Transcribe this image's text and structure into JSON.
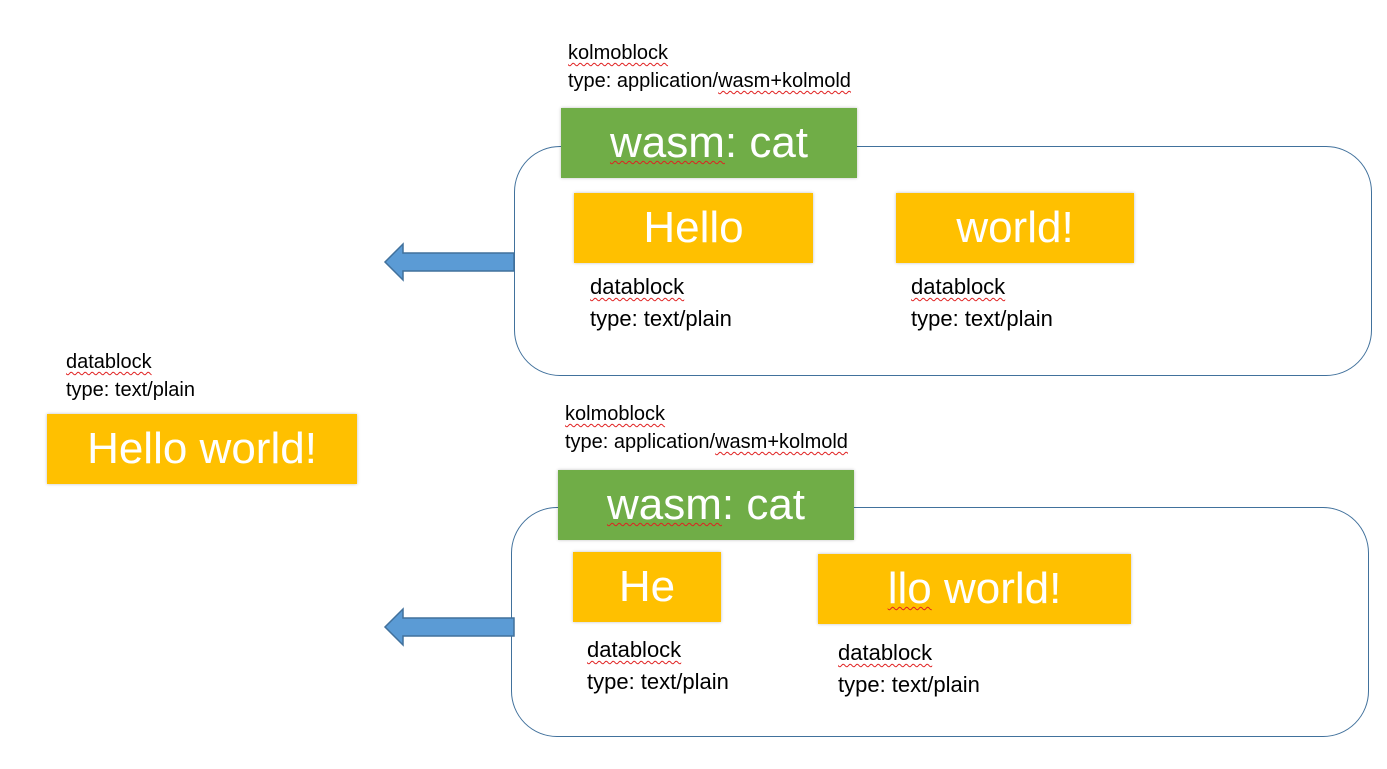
{
  "result": {
    "label_kind": "datablock",
    "label_type": "type: text/plain",
    "value": "Hello world!"
  },
  "panels": [
    {
      "kind": "kolmoblock",
      "type_prefix": "type: application/",
      "type_word": "wasm+kolmold",
      "func_prefix": "wasm",
      "func_suffix": ": cat",
      "blocks": [
        {
          "value": "Hello",
          "label_kind": "datablock",
          "label_type": "type: text/plain"
        },
        {
          "value": "world!",
          "label_kind": "datablock",
          "label_type": "type: text/plain"
        }
      ]
    },
    {
      "kind": "kolmoblock",
      "type_prefix": "type: application/",
      "type_word": "wasm+kolmold",
      "func_prefix": "wasm",
      "func_suffix": ": cat",
      "blocks": [
        {
          "value": "He",
          "label_kind": "datablock",
          "label_type": "type: text/plain"
        },
        {
          "value_word": "llo",
          "value_rest": " world!",
          "label_kind": "datablock",
          "label_type": "type: text/plain"
        }
      ]
    }
  ],
  "colors": {
    "datablock_fill": "#ffc000",
    "kolmoblock_fill": "#70ad47",
    "container_border": "#41719c",
    "arrow_fill": "#5b9bd5",
    "arrow_stroke": "#41719c",
    "spellcheck_underline": "#e02020"
  }
}
